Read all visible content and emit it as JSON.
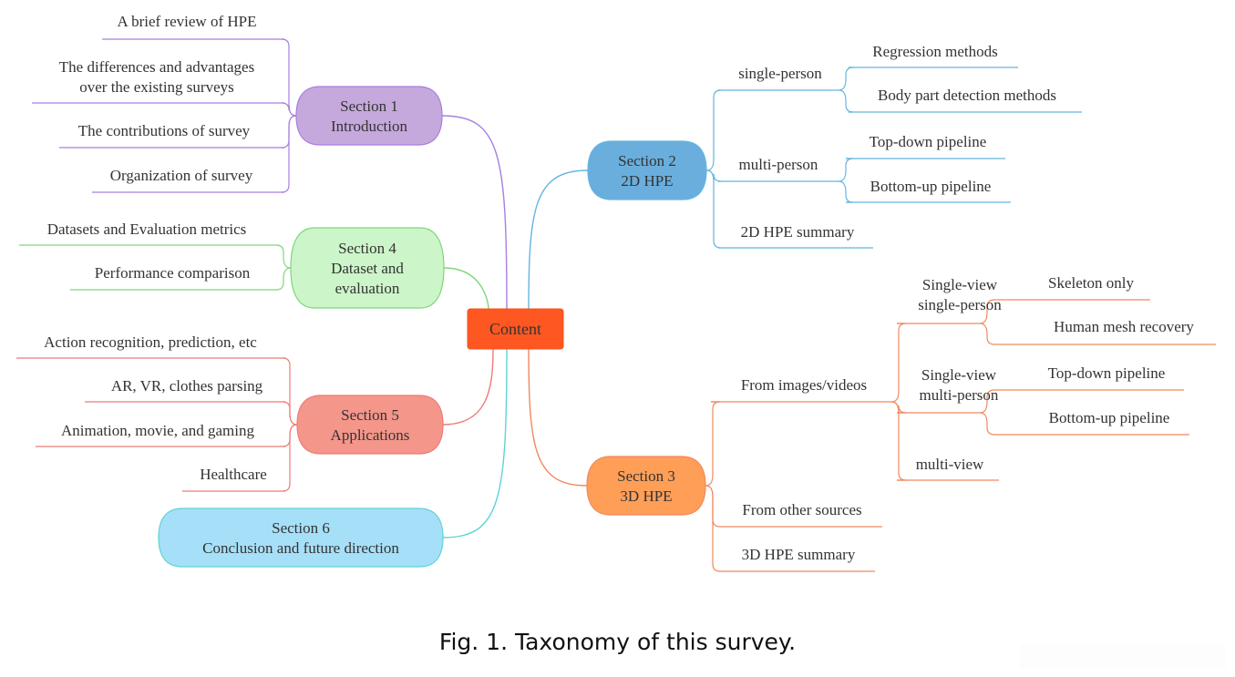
{
  "root": {
    "label": "Content",
    "fill": "#FF5722",
    "stroke": "#F4511E"
  },
  "sections": [
    {
      "id": "s1",
      "lines": [
        "Section 1",
        "Introduction"
      ],
      "fill": "#C5A8DC",
      "line_color": "#A77FE0",
      "children": [
        {
          "lines": [
            "A brief review of HPE"
          ]
        },
        {
          "lines": [
            "The differences and advantages",
            "over the existing surveys"
          ]
        },
        {
          "lines": [
            "The contributions of survey"
          ]
        },
        {
          "lines": [
            "Organization of survey"
          ]
        }
      ]
    },
    {
      "id": "s2",
      "lines": [
        "Section 2",
        "2D HPE"
      ],
      "fill": "#6AAEDD",
      "line_color": "#64B5E0",
      "children": [
        {
          "lines": [
            "single-person"
          ],
          "children": [
            {
              "lines": [
                "Regression methods"
              ]
            },
            {
              "lines": [
                "Body part detection methods"
              ]
            }
          ]
        },
        {
          "lines": [
            "multi-person"
          ],
          "children": [
            {
              "lines": [
                "Top-down pipeline"
              ]
            },
            {
              "lines": [
                "Bottom-up pipeline"
              ]
            }
          ]
        },
        {
          "lines": [
            "2D HPE summary"
          ]
        }
      ]
    },
    {
      "id": "s3",
      "lines": [
        "Section 3",
        "3D HPE"
      ],
      "fill": "#FF9E57",
      "line_color": "#F0895E",
      "children": [
        {
          "lines": [
            "From images/videos"
          ],
          "children": [
            {
              "lines": [
                "Single-view",
                "single-person"
              ],
              "children": [
                {
                  "lines": [
                    "Skeleton only"
                  ]
                },
                {
                  "lines": [
                    "Human mesh recovery"
                  ]
                }
              ]
            },
            {
              "lines": [
                "Single-view",
                "multi-person"
              ],
              "children": [
                {
                  "lines": [
                    "Top-down pipeline"
                  ]
                },
                {
                  "lines": [
                    "Bottom-up pipeline"
                  ]
                }
              ]
            },
            {
              "lines": [
                "multi-view"
              ]
            }
          ]
        },
        {
          "lines": [
            "From other sources"
          ]
        },
        {
          "lines": [
            "3D HPE summary"
          ]
        }
      ]
    },
    {
      "id": "s4",
      "lines": [
        "Section 4",
        "Dataset and",
        "evaluation"
      ],
      "fill": "#CCF5C9",
      "line_color": "#7FD67A",
      "children": [
        {
          "lines": [
            "Datasets and Evaluation metrics"
          ]
        },
        {
          "lines": [
            "Performance comparison"
          ]
        }
      ]
    },
    {
      "id": "s5",
      "lines": [
        "Section 5",
        "Applications"
      ],
      "fill": "#F4968A",
      "line_color": "#EE7B78",
      "children": [
        {
          "lines": [
            "Action recognition, prediction, etc"
          ]
        },
        {
          "lines": [
            "AR, VR, clothes parsing"
          ]
        },
        {
          "lines": [
            "Animation, movie, and gaming"
          ]
        },
        {
          "lines": [
            "Healthcare"
          ]
        }
      ]
    },
    {
      "id": "s6",
      "lines": [
        "Section 6",
        "Conclusion and future direction"
      ],
      "fill": "#A6DFF8",
      "line_color": "#5FD3D3",
      "children": []
    }
  ],
  "caption": "Fig. 1.  Taxonomy of this survey."
}
